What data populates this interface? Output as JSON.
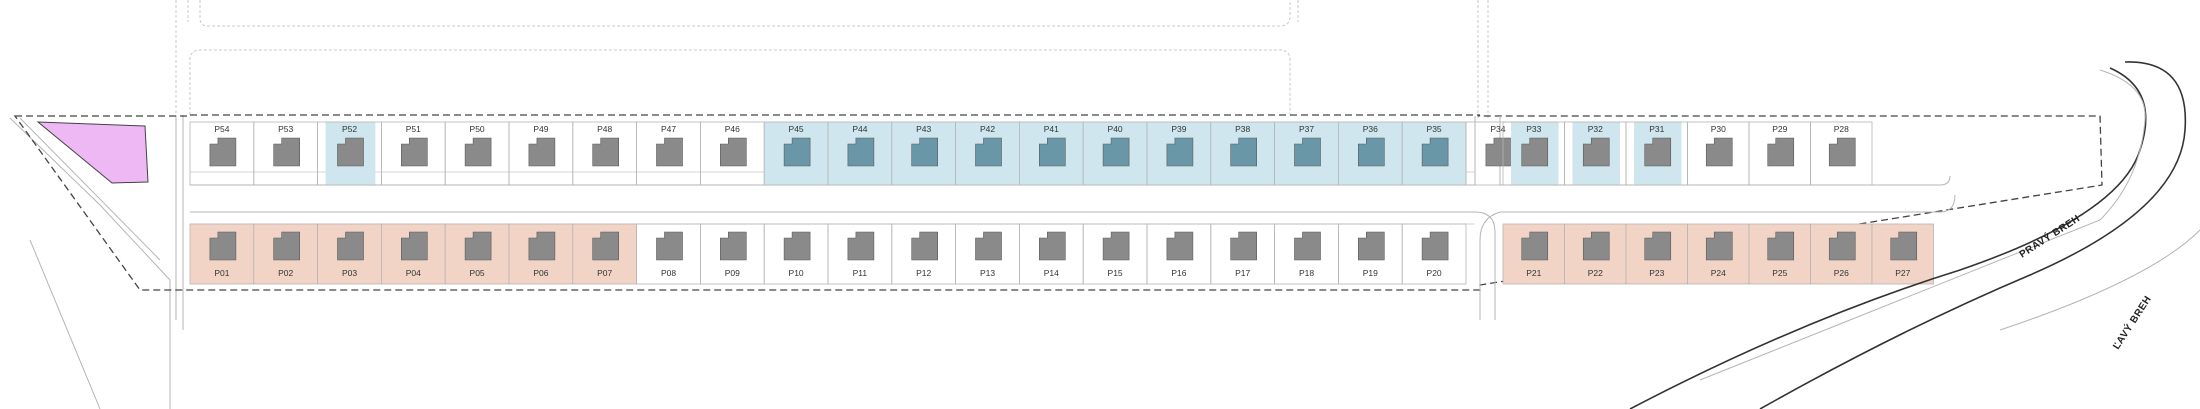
{
  "colors": {
    "background": "#ffffff",
    "line_gray": "#b5b5b5",
    "road_gray": "#c9c9c9",
    "dash_line": "#444444",
    "house_gray": "#8a8a8a",
    "house_teal": "#6a97a8",
    "plot_blue": "#cfe6ee",
    "plot_peach": "#f2d4c6",
    "lot_magenta": "#eeb8f4",
    "river_line": "#333333"
  },
  "plots_top": [
    {
      "label": "P54",
      "state": "none"
    },
    {
      "label": "P53",
      "state": "none"
    },
    {
      "label": "P52",
      "state": "blue"
    },
    {
      "label": "P51",
      "state": "none"
    },
    {
      "label": "P50",
      "state": "none"
    },
    {
      "label": "P49",
      "state": "none"
    },
    {
      "label": "P48",
      "state": "none"
    },
    {
      "label": "P47",
      "state": "none"
    },
    {
      "label": "P46",
      "state": "none"
    },
    {
      "label": "P45",
      "state": "blue-built"
    },
    {
      "label": "P44",
      "state": "blue-built"
    },
    {
      "label": "P43",
      "state": "blue-built"
    },
    {
      "label": "P42",
      "state": "blue-built"
    },
    {
      "label": "P41",
      "state": "blue-built"
    },
    {
      "label": "P40",
      "state": "blue-built"
    },
    {
      "label": "P39",
      "state": "blue-built"
    },
    {
      "label": "P38",
      "state": "blue-built"
    },
    {
      "label": "P37",
      "state": "blue-built"
    },
    {
      "label": "P36",
      "state": "blue-built"
    },
    {
      "label": "P35",
      "state": "blue-built"
    },
    {
      "label": "P34",
      "state": "none"
    },
    {
      "label": "P33",
      "state": "blue"
    },
    {
      "label": "P32",
      "state": "blue"
    },
    {
      "label": "P31",
      "state": "blue"
    },
    {
      "label": "P30",
      "state": "none"
    },
    {
      "label": "P29",
      "state": "none"
    },
    {
      "label": "P28",
      "state": "none"
    }
  ],
  "plots_bottom": [
    {
      "label": "P01",
      "state": "peach"
    },
    {
      "label": "P02",
      "state": "peach"
    },
    {
      "label": "P03",
      "state": "peach"
    },
    {
      "label": "P04",
      "state": "peach"
    },
    {
      "label": "P05",
      "state": "peach"
    },
    {
      "label": "P06",
      "state": "peach"
    },
    {
      "label": "P07",
      "state": "peach"
    },
    {
      "label": "P08",
      "state": "none"
    },
    {
      "label": "P09",
      "state": "none"
    },
    {
      "label": "P10",
      "state": "none"
    },
    {
      "label": "P11",
      "state": "none"
    },
    {
      "label": "P12",
      "state": "none"
    },
    {
      "label": "P13",
      "state": "none"
    },
    {
      "label": "P14",
      "state": "none"
    },
    {
      "label": "P15",
      "state": "none"
    },
    {
      "label": "P16",
      "state": "none"
    },
    {
      "label": "P17",
      "state": "none"
    },
    {
      "label": "P18",
      "state": "none"
    },
    {
      "label": "P19",
      "state": "none"
    },
    {
      "label": "P20",
      "state": "none"
    },
    {
      "label": "P21",
      "state": "peach"
    },
    {
      "label": "P22",
      "state": "peach"
    },
    {
      "label": "P23",
      "state": "peach"
    },
    {
      "label": "P24",
      "state": "peach"
    },
    {
      "label": "P25",
      "state": "peach"
    },
    {
      "label": "P26",
      "state": "peach"
    },
    {
      "label": "P27",
      "state": "peach"
    }
  ],
  "river": {
    "right_bank": "PRAVÝ BREH",
    "left_bank": "ĽAVÝ BREH"
  }
}
